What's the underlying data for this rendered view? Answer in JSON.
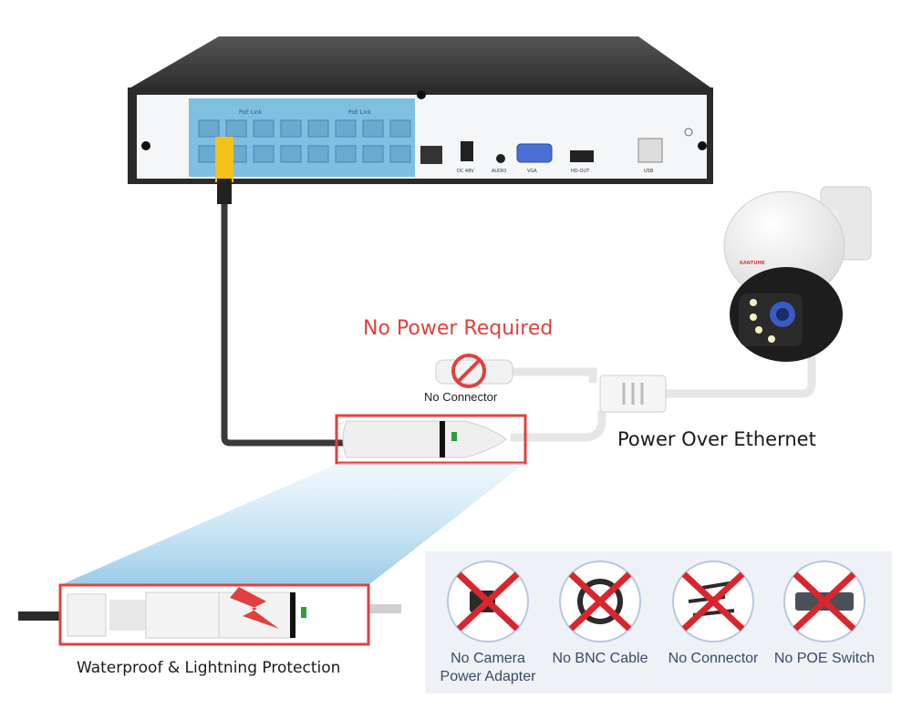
{
  "labels": {
    "no_power_required": "No Power Required",
    "no_connector_top": "No Connector",
    "power_over_ethernet": "Power Over Ethernet",
    "waterproof": "Waterproof & Lightning Protection"
  },
  "nvr": {
    "poe_group_left": "PoE Link",
    "poe_group_right": "PoE Link",
    "ports": {
      "dc": "DC 48V",
      "audio": "AUDIO",
      "vga": "VGA",
      "hdout": "HD-OUT",
      "usb": "USB"
    }
  },
  "camera": {
    "brand": "KANTUME"
  },
  "no_need_panel": {
    "items": [
      {
        "line1": "No Camera",
        "line2": "Power Adapter"
      },
      {
        "line1": "No BNC Cable",
        "line2": ""
      },
      {
        "line1": "No Connector",
        "line2": ""
      },
      {
        "line1": "No POE Switch",
        "line2": ""
      }
    ]
  },
  "colors": {
    "highlight_red": "#e0413e",
    "poe_port_blue": "#7fbfe2",
    "cross_red": "#d9262e"
  }
}
